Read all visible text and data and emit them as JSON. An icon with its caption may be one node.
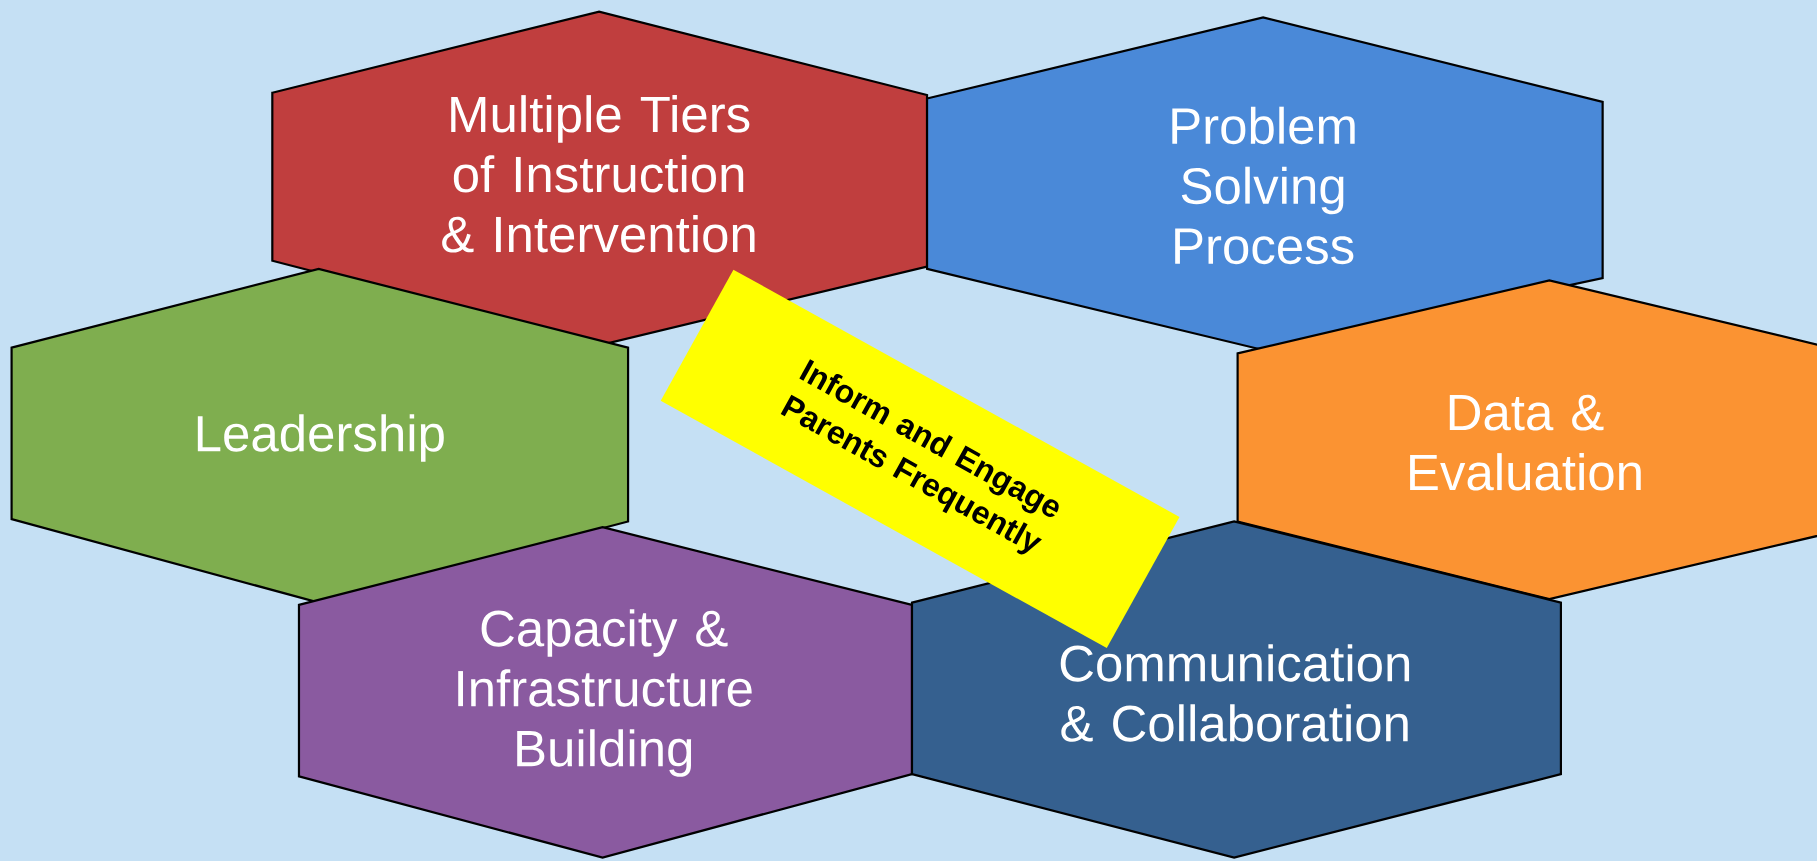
{
  "diagram": {
    "nodes": [
      {
        "text": [
          "Multiple Tiers of Instruction & Intervention"
        ]
      },
      {
        "text": [
          "Problem Solving Process"
        ]
      },
      {
        "text": [
          "Leadership"
        ]
      },
      {
        "text": [
          "Data & Evaluation"
        ]
      },
      {
        "text": [
          "Capacity & Infrastructure Building"
        ]
      },
      {
        "text": [
          "Communication & Collaboration"
        ]
      },
      {
        "text": [
          "Inform and Engage Parents Frequently"
        ]
      }
    ]
  }
}
